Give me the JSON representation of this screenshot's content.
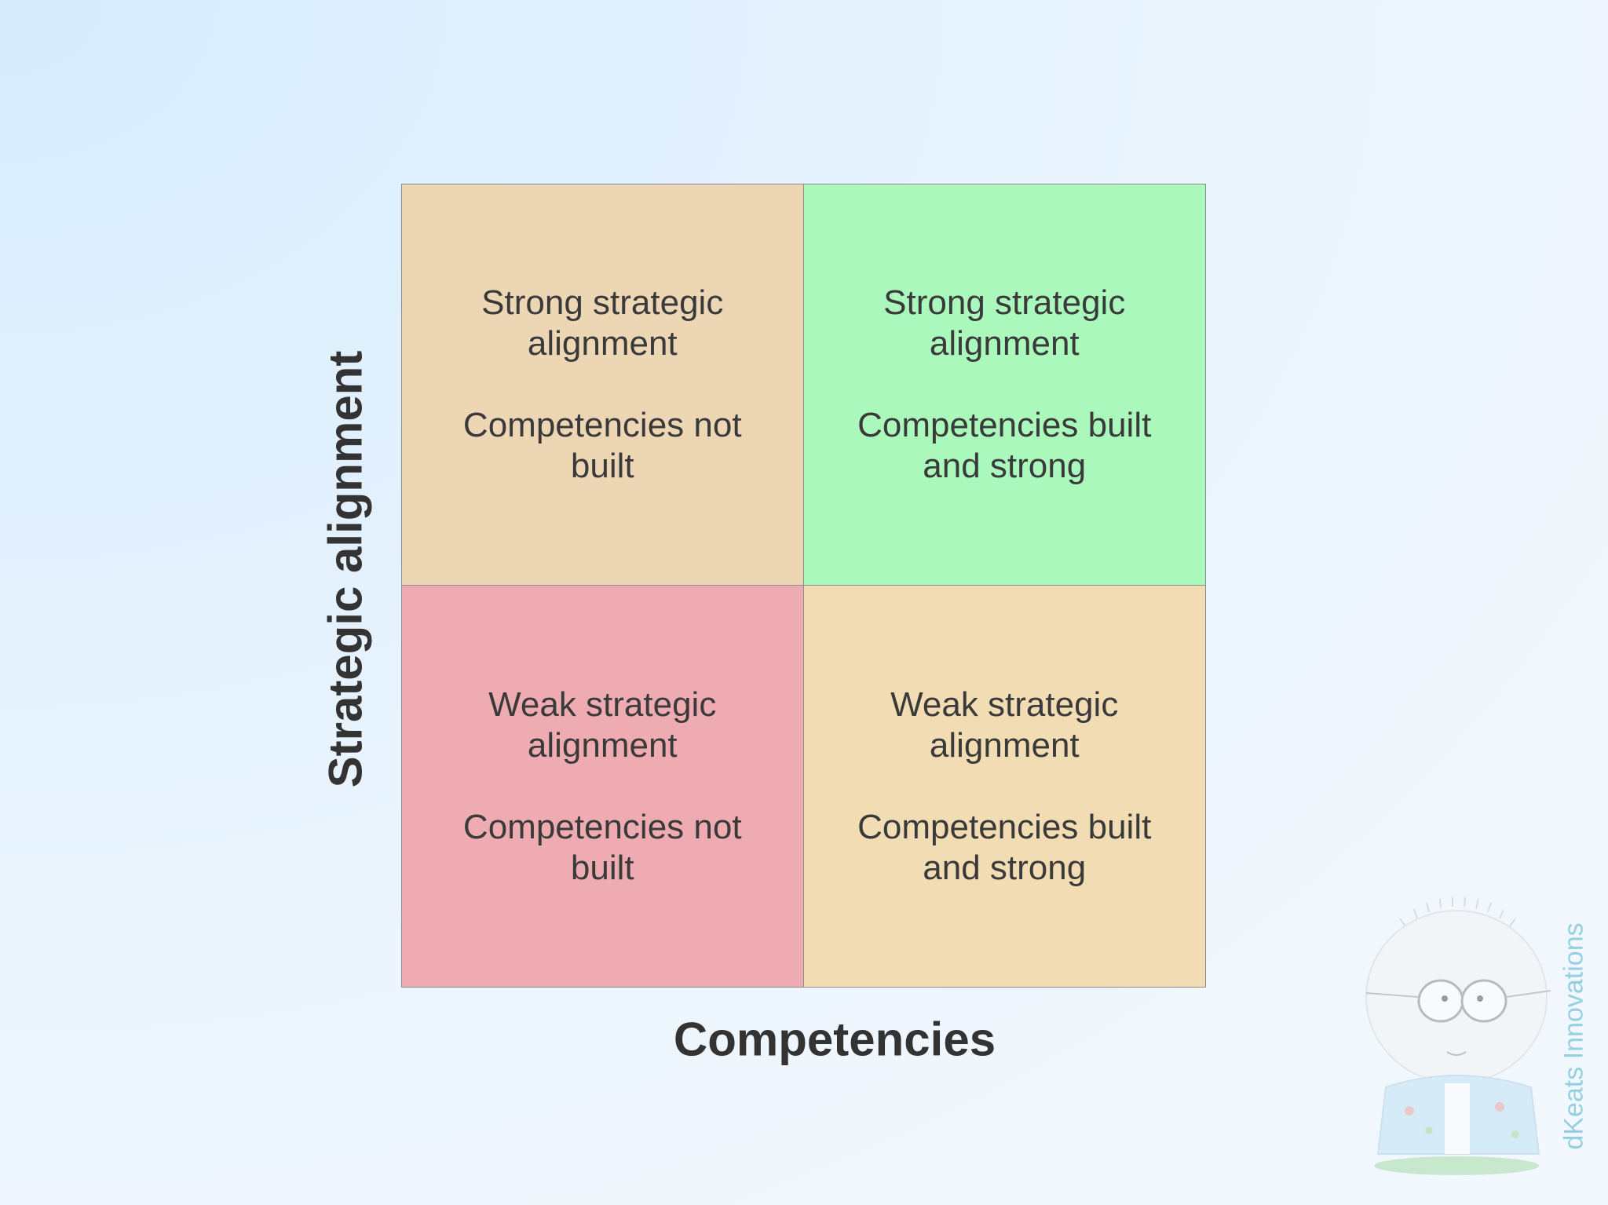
{
  "axes": {
    "y_label": "Strategic alignment",
    "x_label": "Competencies"
  },
  "quadrants": {
    "top_left": {
      "line1": "Strong strategic alignment",
      "line2": "Competencies not built",
      "color": "#ecd6b4"
    },
    "top_right": {
      "line1": "Strong strategic alignment",
      "line2": "Competencies built and strong",
      "color": "#aaf8bb"
    },
    "bottom_left": {
      "line1": "Weak strategic alignment",
      "line2": "Competencies not built",
      "color": "#eeacb2"
    },
    "bottom_right": {
      "line1": "Weak strategic alignment",
      "line2": "Competencies built and strong",
      "color": "#f2dcb4"
    }
  },
  "watermark": {
    "text": "dKeats Innovations",
    "icon": "mascot-character-icon"
  }
}
